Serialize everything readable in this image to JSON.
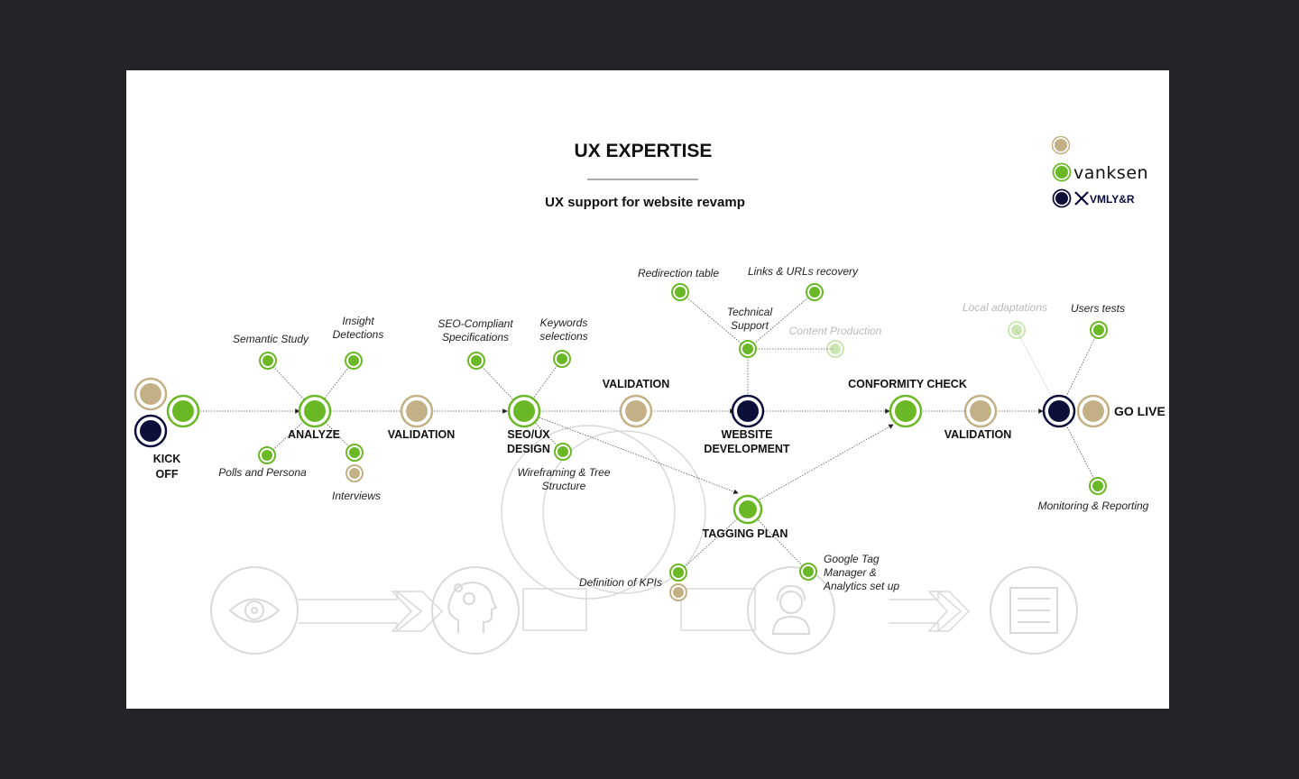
{
  "header": {
    "title": "UX EXPERTISE",
    "subtitle": "UX support for website revamp"
  },
  "legend": {
    "colors": {
      "tan": "#c4b086",
      "green": "#6ab825",
      "navy": "#0d0f3b"
    },
    "logos": {
      "vanksen": "vanksen",
      "vml": "VMLY&R"
    }
  },
  "phases": {
    "kickoff_line1": "KICK",
    "kickoff_line2": "OFF",
    "analyze": "ANALYZE",
    "validation1": "VALIDATION",
    "seoux_line1": "SEO/UX",
    "seoux_line2": "DESIGN",
    "validation2": "VALIDATION",
    "webdev_line1": "WEBSITE",
    "webdev_line2": "DEVELOPMENT",
    "tagging": "TAGGING PLAN",
    "conformity": "CONFORMITY CHECK",
    "validation3": "VALIDATION",
    "golive": "GO LIVE"
  },
  "tasks": {
    "semantic_study": "Semantic Study",
    "insight_line1": "Insight",
    "insight_line2": "Detections",
    "polls": "Polls and Persona",
    "interviews": "Interviews",
    "seo_spec_line1": "SEO-Compliant",
    "seo_spec_line2": "Specifications",
    "keywords_line1": "Keywords",
    "keywords_line2": "selections",
    "wireframing_line1": "Wireframing & Tree",
    "wireframing_line2": "Structure",
    "redirection": "Redirection table",
    "links": "Links & URLs recovery",
    "tech_line1": "Technical",
    "tech_line2": "Support",
    "content": "Content Production",
    "kpis": "Definition of KPIs",
    "gtm_line1": "Google Tag",
    "gtm_line2": "Manager &",
    "gtm_line3": "Analytics set up",
    "local": "Local adaptations",
    "users": "Users tests",
    "monitoring": "Monitoring & Reporting"
  },
  "background_icons": [
    "eye-icon",
    "head-gear-icon",
    "headset-user-icon",
    "checklist-sliders-icon"
  ]
}
